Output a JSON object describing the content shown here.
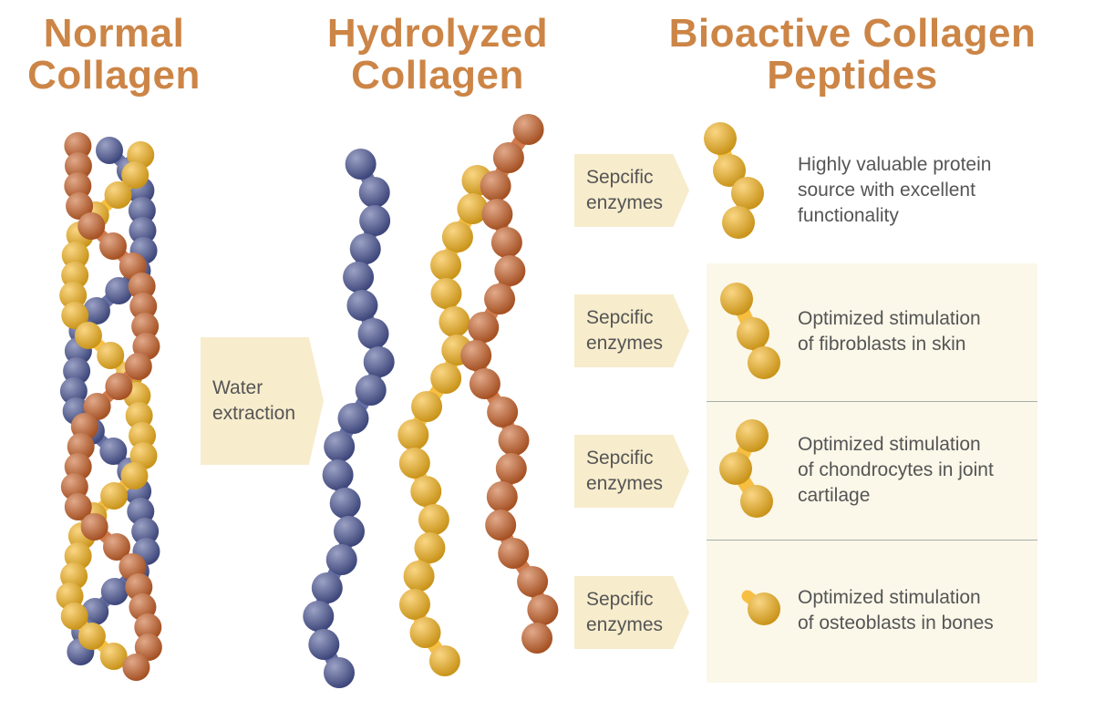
{
  "colors": {
    "title": "#cc8546",
    "blue": "#4b5696",
    "yellow": "#f5b420",
    "orange": "#c9632b",
    "arrow_fill": "#f7eccc",
    "panel_fill": "#fbf7e9",
    "text": "#555555"
  },
  "titles": {
    "normal": [
      "Normal",
      "Collagen"
    ],
    "hydrolyzed": [
      "Hydrolyzed",
      "Collagen"
    ],
    "bioactive": [
      "Bioactive Collagen",
      "Peptides"
    ]
  },
  "water_arrow": [
    "Water",
    "extraction"
  ],
  "peptides": [
    {
      "enzyme": [
        "Sepcific",
        "enzymes"
      ],
      "text": [
        "Highly valuable protein",
        "source with excellent",
        "functionality"
      ],
      "beads": 4
    },
    {
      "enzyme": [
        "Sepcific",
        "enzymes"
      ],
      "text": [
        "Optimized stimulation",
        "of fibroblasts in skin"
      ],
      "beads": 3
    },
    {
      "enzyme": [
        "Sepcific",
        "enzymes"
      ],
      "text": [
        "Optimized stimulation",
        "of chondrocytes in joint",
        "cartilage"
      ],
      "beads": 3
    },
    {
      "enzyme": [
        "Sepcific",
        "enzymes"
      ],
      "text": [
        "Optimized stimulation",
        "of osteoblasts in bones"
      ],
      "beads": 1
    }
  ]
}
